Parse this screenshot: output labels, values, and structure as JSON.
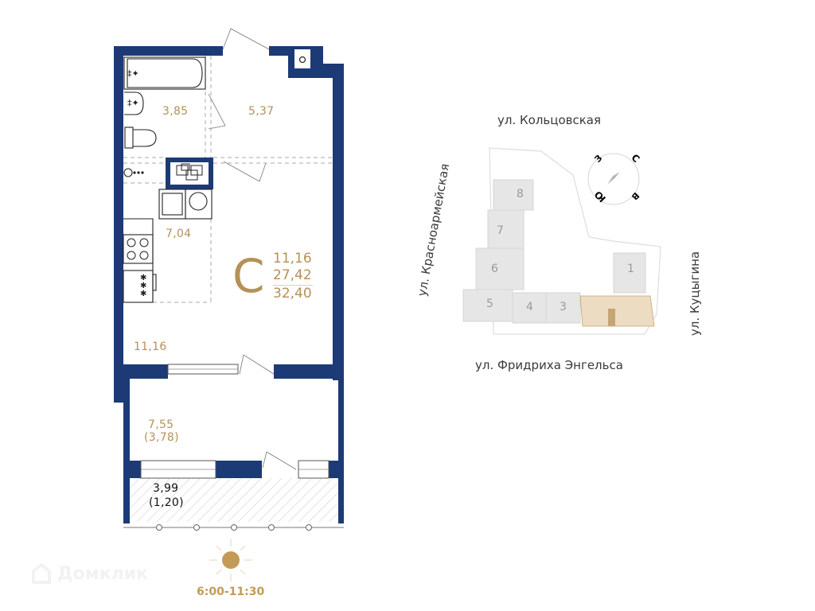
{
  "plan": {
    "type_letter": "С",
    "areas_summary": {
      "living": "11,16",
      "total_no_balcony": "27,42",
      "total": "32,40"
    },
    "rooms": [
      {
        "name": "bathroom",
        "area": "3,85"
      },
      {
        "name": "hallway",
        "area": "5,37"
      },
      {
        "name": "kitchen",
        "area": "7,04"
      },
      {
        "name": "living-room",
        "area": "11,16"
      },
      {
        "name": "loggia",
        "area": "7,55",
        "reduced_area": "(3,78)"
      },
      {
        "name": "balcony",
        "area": "3,99",
        "reduced_area": "(1,20)"
      }
    ],
    "sun": {
      "time": "6:00-11:30",
      "color": "#c49a57"
    }
  },
  "site_map": {
    "streets": {
      "north": "ул. Кольцовская",
      "west": "ул. Красноармейская",
      "east": "ул. Куцыгина",
      "south": "ул. Фридриха Энгельса"
    },
    "compass": {
      "n": "С",
      "s": "Ю",
      "w": "З",
      "e": "В"
    },
    "buildings": [
      "1",
      "3",
      "4",
      "5",
      "6",
      "7",
      "8"
    ],
    "highlight_color": "#c4a574"
  },
  "watermark": {
    "text": "Домклик"
  },
  "colors": {
    "wall": "#1c3a75",
    "accent": "#b59157"
  }
}
